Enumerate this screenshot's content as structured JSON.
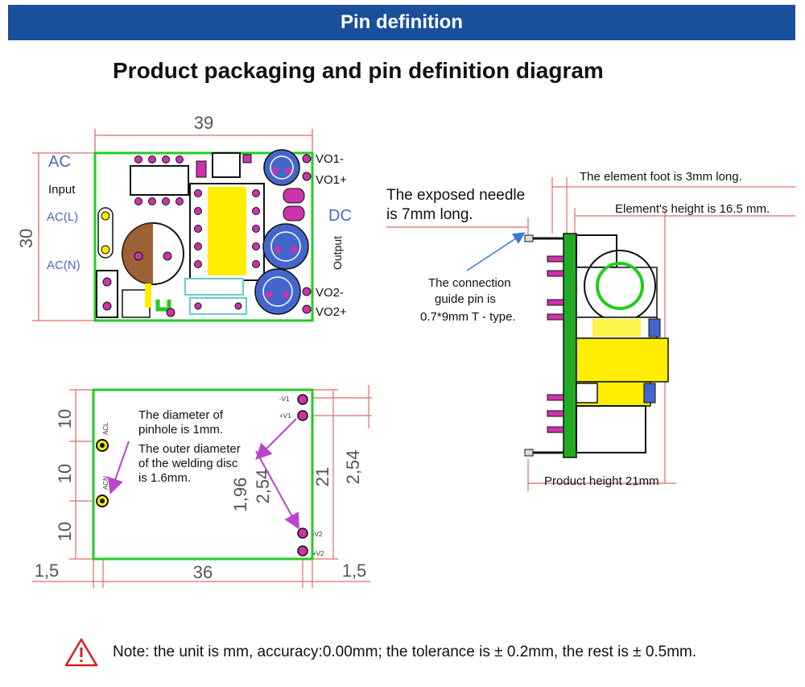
{
  "header": {
    "banner_title": "Pin definition"
  },
  "subtitle": "Product packaging and pin definition diagram",
  "top_view": {
    "dim_width": "39",
    "dim_height": "30",
    "ac_label": "AC",
    "input_label": "Input",
    "acl_label": "AC(L)",
    "acn_label": "AC(N)",
    "dc_label": "DC",
    "output_label": "Output",
    "vo1_minus": "VO1-",
    "vo1_plus": "VO1+",
    "vo2_minus": "VO2-",
    "vo2_plus": "VO2+"
  },
  "bottom_view": {
    "dim_10a": "10",
    "dim_10b": "10",
    "dim_10c": "10",
    "dim_15_left": "1,5",
    "dim_36": "36",
    "dim_15_right": "1,5",
    "dim_21": "21",
    "dim_254_right": "2,54",
    "dim_196": "1,96",
    "dim_254_mid": "2,54",
    "pin_acl": "ACL",
    "pin_acn": "ACN",
    "pin_v1m": "-V1",
    "pin_v1p": "+V1",
    "pin_v2m": "-V2",
    "pin_v2p": "+V2",
    "pinhole_line1": "The diameter of",
    "pinhole_line2": "pinhole is 1mm.",
    "disc_line1": "The outer diameter",
    "disc_line2": "of the welding disc",
    "disc_line3": "is 1.6mm."
  },
  "side_view": {
    "foot_text": "The element foot is 3mm long.",
    "height_text": "Element's height is 16.5 mm.",
    "needle_line1": "The exposed needle",
    "needle_line2": "is 7mm long.",
    "guide_line1": "The connection",
    "guide_line2": "guide pin is",
    "guide_line3": "0.7*9mm T - type.",
    "product_height": "Product height 21mm"
  },
  "footer": {
    "note": "Note: the unit is mm, accuracy:0.00mm; the tolerance is ± 0.2mm, the rest is ± 0.5mm.",
    "warning_icon": "warning-triangle-icon"
  },
  "colors": {
    "banner": "#1a4f9c",
    "pcb_outline": "#22cc22",
    "dimension": "#e06a6a",
    "pad": "#cc33aa",
    "component": "#ffee00",
    "arrow": "#bb44cc"
  }
}
